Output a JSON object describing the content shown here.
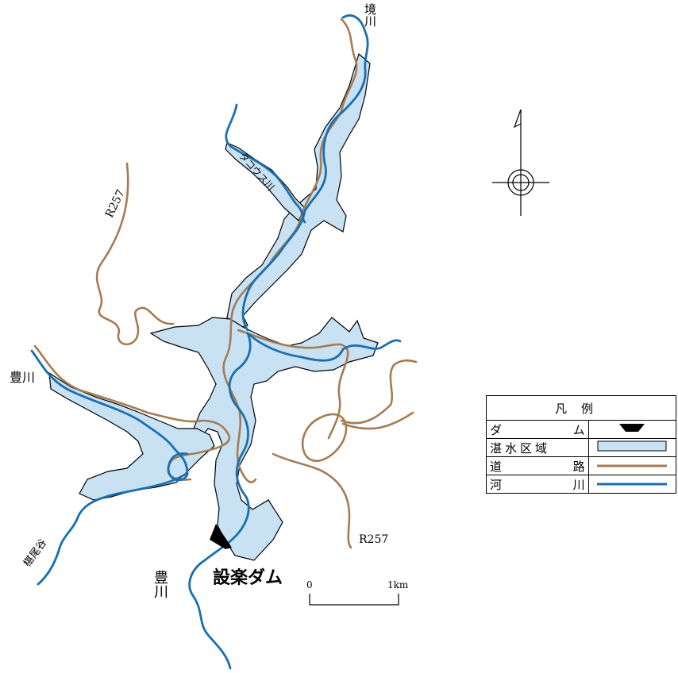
{
  "labels": {
    "sakai_river": "境川",
    "takousu_river": "タコウス川",
    "r257_north": "R257",
    "r257_south": "R257",
    "toyo_river_west": "豊川",
    "toyo_river_south": "豊川",
    "kanoo_valley": "椹尾谷",
    "dam_name": "設楽ダム"
  },
  "scale": {
    "start": "0",
    "end": "1km"
  },
  "legend": {
    "title": "凡例",
    "rows": [
      {
        "name_left": "ダ",
        "name_right": "ム",
        "symbol": "dam"
      },
      {
        "name_left": "湛水区域",
        "name_right": "",
        "symbol": "reservoir"
      },
      {
        "name_left": "道",
        "name_right": "路",
        "symbol": "road"
      },
      {
        "name_left": "河",
        "name_right": "川",
        "symbol": "river"
      }
    ]
  },
  "colors": {
    "reservoir_fill": "#c8e2f4",
    "river": "#1a6fb0",
    "road": "#a57c52",
    "outline": "#000000"
  },
  "icons": {
    "north_arrow": "north-arrow-icon",
    "dam": "dam-icon"
  }
}
